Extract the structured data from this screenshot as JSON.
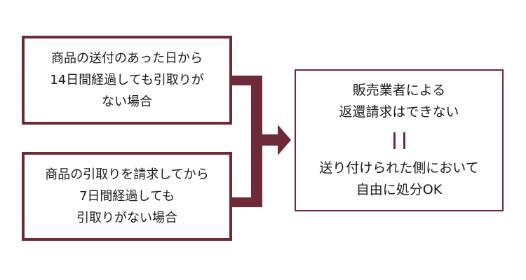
{
  "diagram": {
    "condition_1": {
      "lines": [
        "商品の送付のあった日から",
        "14日間経過しても引取りが",
        "ない場合"
      ]
    },
    "condition_2": {
      "lines": [
        "商品の引取りを請求してから",
        "7日間経過しても",
        "引取りがない場合"
      ]
    },
    "result": {
      "top_lines": [
        "販売業者による",
        "返還請求はできない"
      ],
      "symbol": "equals-vertical",
      "bottom_lines": [
        "送り付けられた側において",
        "自由に処分OK"
      ]
    },
    "colors": {
      "accent": "#6e2a37",
      "text": "#1a1a1a",
      "background": "#ffffff"
    }
  }
}
